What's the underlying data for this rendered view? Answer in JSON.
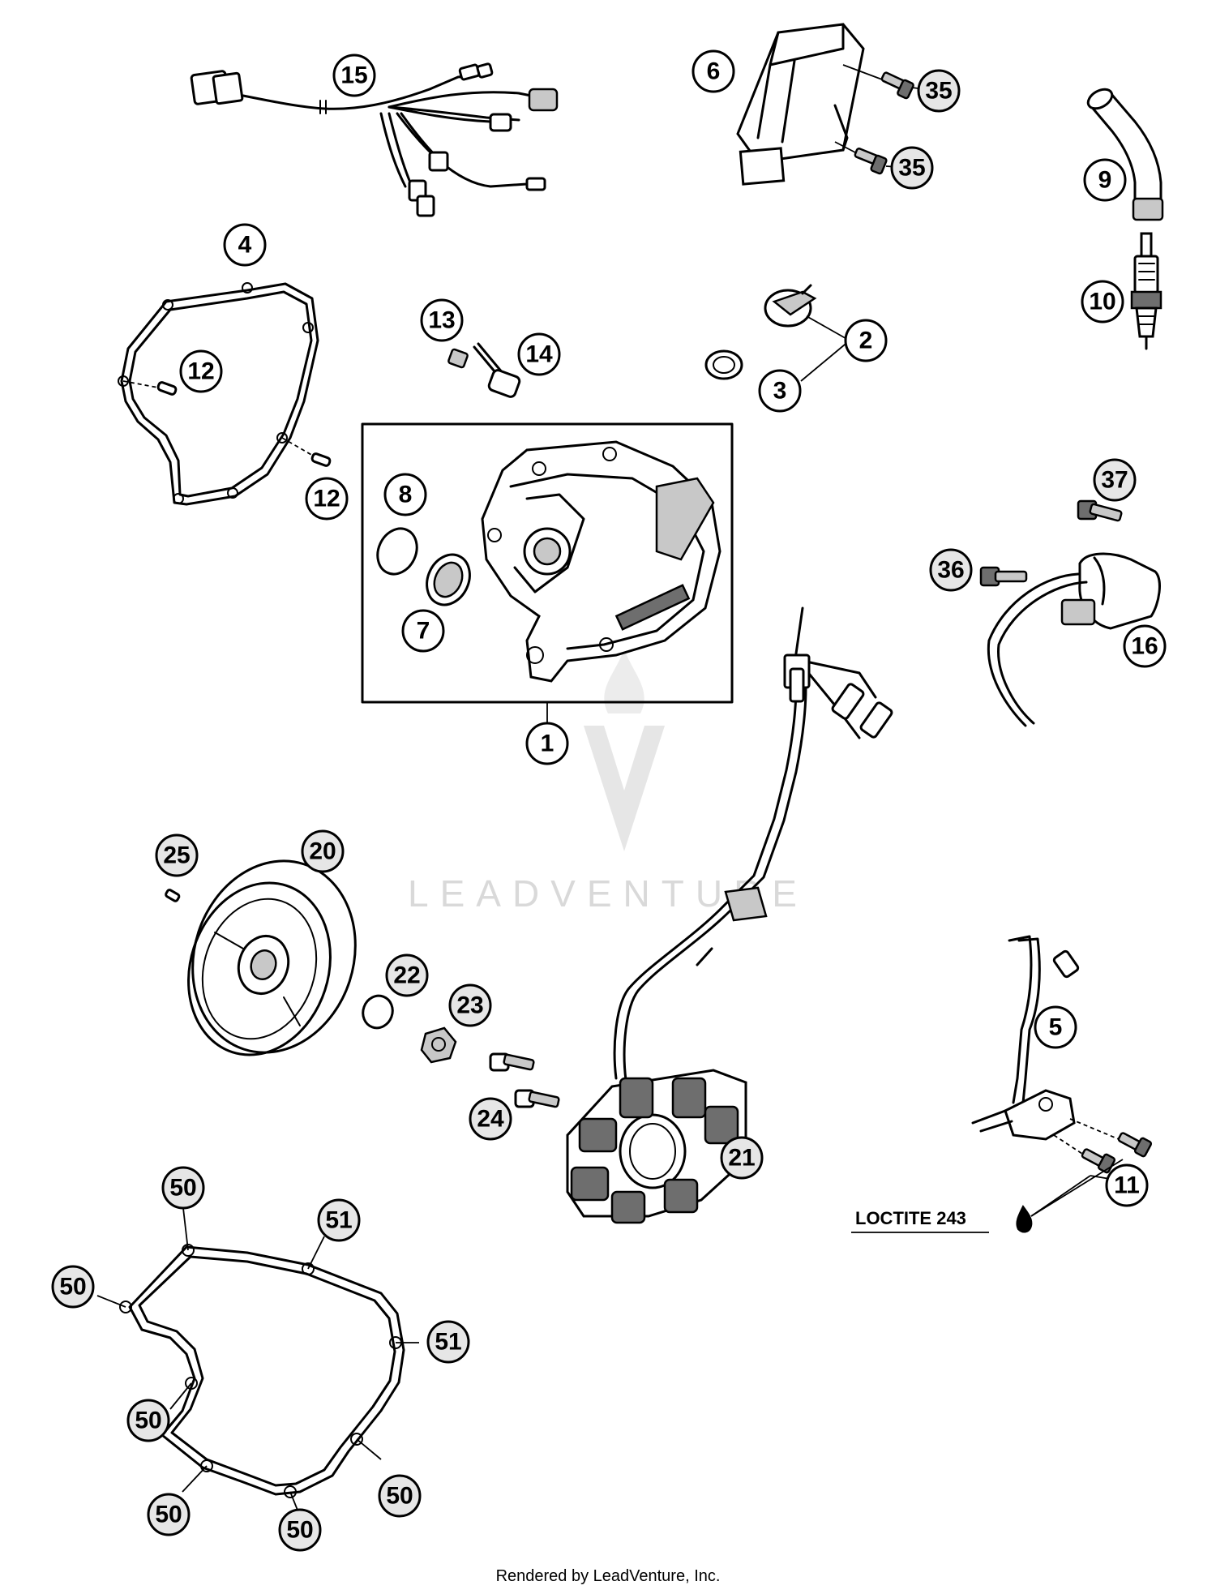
{
  "callouts": [
    {
      "id": "15",
      "label": "15"
    },
    {
      "id": "6",
      "label": "6"
    },
    {
      "id": "35a",
      "label": "35"
    },
    {
      "id": "35b",
      "label": "35"
    },
    {
      "id": "9",
      "label": "9"
    },
    {
      "id": "10",
      "label": "10"
    },
    {
      "id": "4",
      "label": "4"
    },
    {
      "id": "12a",
      "label": "12"
    },
    {
      "id": "12b",
      "label": "12"
    },
    {
      "id": "13",
      "label": "13"
    },
    {
      "id": "14",
      "label": "14"
    },
    {
      "id": "2",
      "label": "2"
    },
    {
      "id": "3",
      "label": "3"
    },
    {
      "id": "8",
      "label": "8"
    },
    {
      "id": "7",
      "label": "7"
    },
    {
      "id": "1",
      "label": "1"
    },
    {
      "id": "37",
      "label": "37"
    },
    {
      "id": "36",
      "label": "36"
    },
    {
      "id": "16",
      "label": "16"
    },
    {
      "id": "25",
      "label": "25"
    },
    {
      "id": "20",
      "label": "20"
    },
    {
      "id": "22",
      "label": "22"
    },
    {
      "id": "23",
      "label": "23"
    },
    {
      "id": "24",
      "label": "24"
    },
    {
      "id": "21",
      "label": "21"
    },
    {
      "id": "5",
      "label": "5"
    },
    {
      "id": "11",
      "label": "11"
    },
    {
      "id": "50a",
      "label": "50"
    },
    {
      "id": "50b",
      "label": "50"
    },
    {
      "id": "50c",
      "label": "50"
    },
    {
      "id": "50d",
      "label": "50"
    },
    {
      "id": "50e",
      "label": "50"
    },
    {
      "id": "50f",
      "label": "50"
    },
    {
      "id": "50g",
      "label": "50"
    },
    {
      "id": "51a",
      "label": "51"
    },
    {
      "id": "51b",
      "label": "51"
    }
  ],
  "loctite_label": "LOCTITE 243",
  "watermark_text": "LEADVENTURE",
  "footer_text": "Rendered by LeadVenture, Inc."
}
